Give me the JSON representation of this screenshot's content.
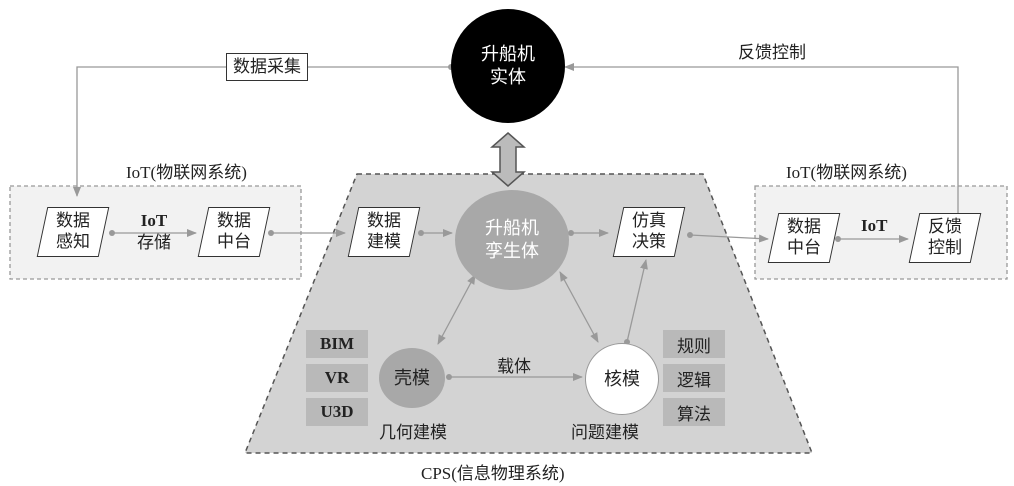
{
  "top_node": {
    "line1": "升船机",
    "line2": "实体"
  },
  "data_collect": "数据采集",
  "feedback_top": "反馈控制",
  "iot_left_title": "IoT(物联网系统)",
  "iot_right_title": "IoT(物联网系统)",
  "perception": {
    "line1": "数据",
    "line2": "感知"
  },
  "iot_store": {
    "line1": "IoT",
    "line2": "存储"
  },
  "data_center_left": {
    "line1": "数据",
    "line2": "中台"
  },
  "data_modeling": {
    "line1": "数据",
    "line2": "建模"
  },
  "twin": {
    "line1": "升船机",
    "line2": "孪生体"
  },
  "simulation": {
    "line1": "仿真",
    "line2": "决策"
  },
  "data_center_right": {
    "line1": "数据",
    "line2": "中台"
  },
  "iot_right_label": "IoT",
  "feedback_control": {
    "line1": "反馈",
    "line2": "控制"
  },
  "shell_model": "壳模",
  "carrier": "载体",
  "core_model": "核模",
  "geometry_label": "几何建模",
  "problem_label": "问题建模",
  "left_tags": [
    "BIM",
    "VR",
    "U3D"
  ],
  "right_tags": [
    "规则",
    "逻辑",
    "算法"
  ],
  "cps_title": "CPS(信息物理系统)"
}
